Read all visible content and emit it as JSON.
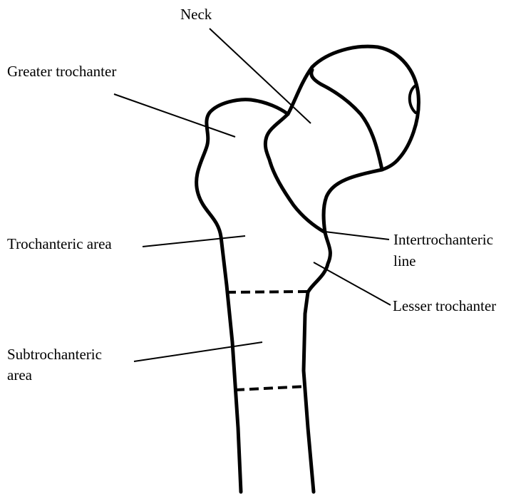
{
  "labels": {
    "neck": "Neck",
    "greater_trochanter": "Greater trochanter",
    "trochanteric_area": "Trochanteric area",
    "intertrochanteric_line_1": "Intertrochanteric",
    "intertrochanteric_line_2": "line",
    "lesser_trochanter": "Lesser trochanter",
    "subtrochanteric_area_1": "Subtrochanteric",
    "subtrochanteric_area_2": "area"
  },
  "colors": {
    "line": "#000000",
    "background": "#ffffff"
  }
}
